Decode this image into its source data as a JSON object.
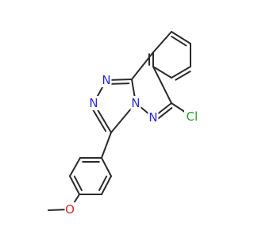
{
  "molecule": {
    "atoms": {
      "N_triazole_top": {
        "label": "N",
        "color": "#2a2ad0"
      },
      "N_triazole_left": {
        "label": "N",
        "color": "#2a2ad0"
      },
      "N_bridge": {
        "label": "N",
        "color": "#2a2ad0"
      },
      "N_pyridazine": {
        "label": "N",
        "color": "#2a2ad0"
      },
      "Cl": {
        "label": "Cl",
        "color": "#2a9a2a"
      },
      "O": {
        "label": "O",
        "color": "#d02a2a"
      }
    }
  }
}
